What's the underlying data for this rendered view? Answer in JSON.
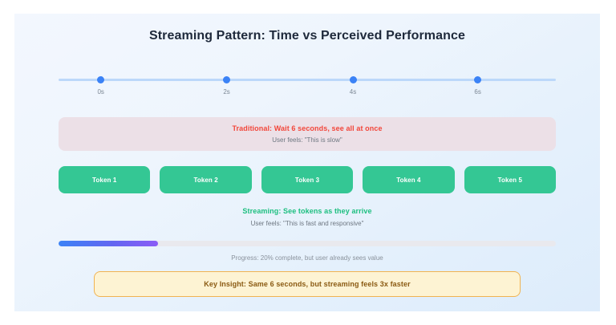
{
  "page": {
    "title": "Streaming Pattern: Time vs Perceived Performance"
  },
  "timeline": {
    "ticks": [
      {
        "label": "0s",
        "pos_pct": 8.5
      },
      {
        "label": "2s",
        "pos_pct": 33.8
      },
      {
        "label": "4s",
        "pos_pct": 59.2
      },
      {
        "label": "6s",
        "pos_pct": 84.3
      }
    ]
  },
  "traditional": {
    "headline": "Traditional: Wait 6 seconds, see all at once",
    "subtitle": "User feels: \"This is slow\"",
    "headline_color": "#f2463a",
    "box_color": "#ece0e7"
  },
  "tokens": {
    "items": [
      {
        "label": "Token 1"
      },
      {
        "label": "Token 2"
      },
      {
        "label": "Token 3"
      },
      {
        "label": "Token 4"
      },
      {
        "label": "Token 5"
      }
    ],
    "color": "#34c794"
  },
  "streaming": {
    "headline": "Streaming: See tokens as they arrive",
    "subtitle": "User feels: \"This is fast and responsive\"",
    "headline_color": "#1cbf7f"
  },
  "progress": {
    "percent": 20,
    "caption": "Progress: 20% complete, but user already sees value",
    "gradient_start": "#3b82f6",
    "gradient_end": "#8b5cf6"
  },
  "insight": {
    "text": "Key Insight: Same 6 seconds, but streaming feels 3x faster",
    "text_color": "#8a5a12",
    "background": "#fdf3d3",
    "border_color": "#f0b352"
  }
}
